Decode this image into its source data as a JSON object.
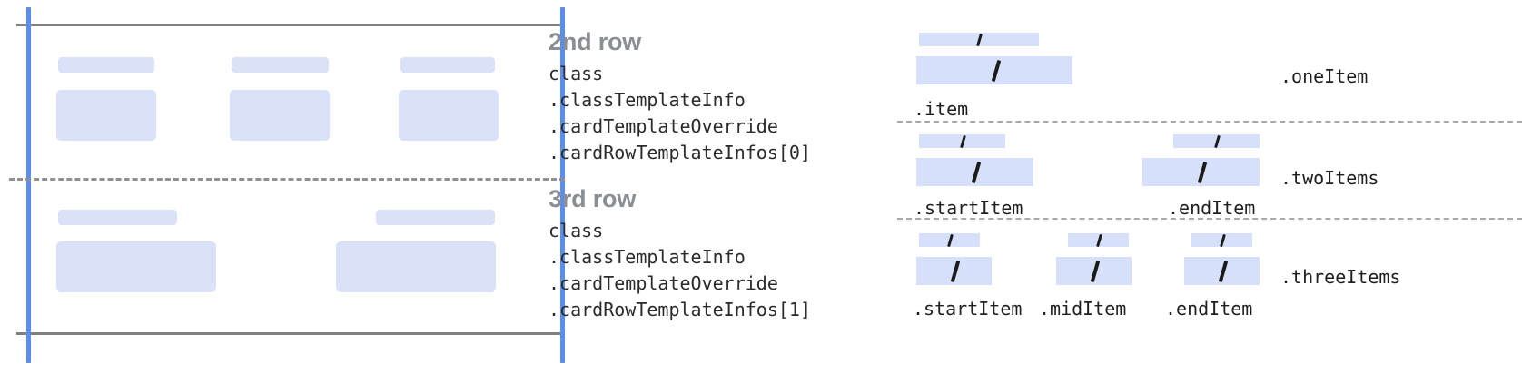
{
  "colors": {
    "guide_blue": "#5b8def",
    "guide_gray": "#808080",
    "dash_gray": "#909090",
    "placeholder_blue": "#dae2f9",
    "slot_blue": "#d6e0fa",
    "heading_gray": "#8a8f96",
    "code_black": "#2b2b2b"
  },
  "left_diagram": {
    "name": "card-rows-preview",
    "rows": [
      {
        "name": "second-row-preview",
        "cells": [
          {
            "title_placeholder": "",
            "body_placeholder": ""
          },
          {
            "title_placeholder": "",
            "body_placeholder": ""
          },
          {
            "title_placeholder": "",
            "body_placeholder": ""
          }
        ]
      },
      {
        "name": "third-row-preview",
        "cells": [
          {
            "title_placeholder": "",
            "body_placeholder": ""
          },
          {
            "title_placeholder": "",
            "body_placeholder": ""
          }
        ]
      }
    ]
  },
  "annotations": [
    {
      "title": "2nd row",
      "code_lines": [
        "class",
        ".classTemplateInfo",
        ".cardTemplateOverride",
        ".cardRowTemplateInfos[0]"
      ]
    },
    {
      "title": "3rd row",
      "code_lines": [
        "class",
        ".classTemplateInfo",
        ".cardTemplateOverride",
        ".cardRowTemplateInfos[1]"
      ]
    }
  ],
  "right_panel": {
    "variants": [
      {
        "name": ".oneItem",
        "items": [
          {
            "label": ".item",
            "slot_icon": "slash-glyph"
          }
        ]
      },
      {
        "name": ".twoItems",
        "items": [
          {
            "label": ".startItem",
            "slot_icon": "slash-glyph"
          },
          {
            "label": ".endItem",
            "slot_icon": "slash-glyph"
          }
        ]
      },
      {
        "name": ".threeItems",
        "items": [
          {
            "label": ".startItem",
            "slot_icon": "slash-glyph"
          },
          {
            "label": ".midItem",
            "slot_icon": "slash-glyph"
          },
          {
            "label": ".endItem",
            "slot_icon": "slash-glyph"
          }
        ]
      }
    ]
  }
}
